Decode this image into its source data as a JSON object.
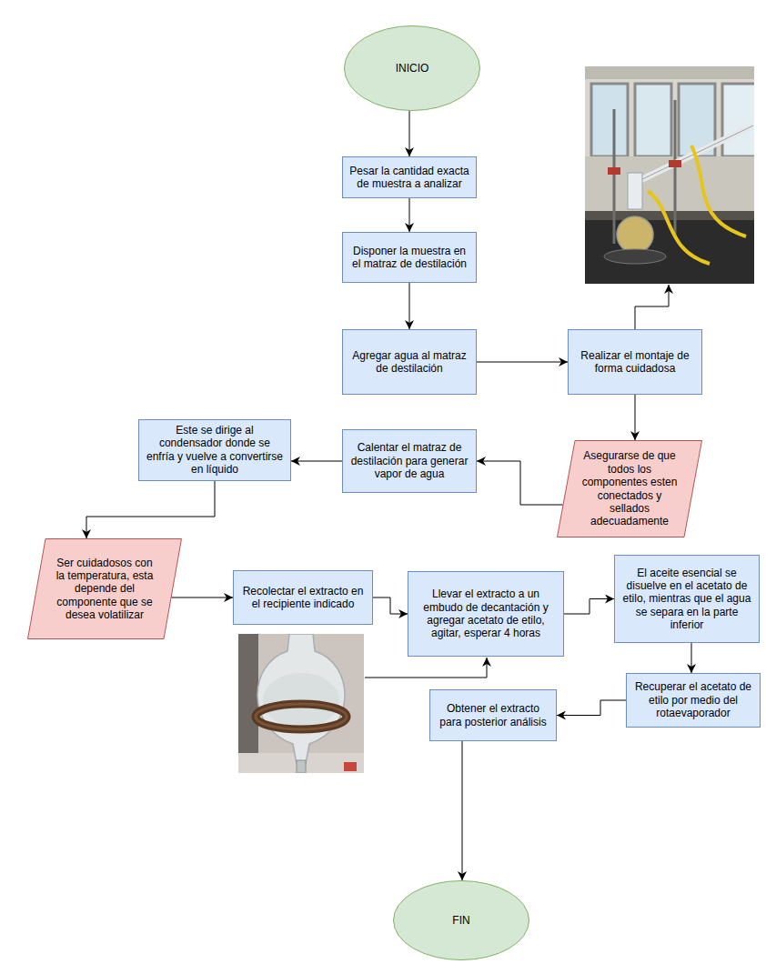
{
  "diagram": {
    "nodes": [
      {
        "text": [
          "INICIO"
        ]
      },
      {
        "text": [
          "Pesar la cantidad exacta de muestra a analizar"
        ]
      },
      {
        "text": [
          "Disponer la muestra en el matraz de destilación"
        ]
      },
      {
        "text": [
          "Agregar agua al matraz de destilación"
        ]
      },
      {
        "text": [
          "Realizar el montaje de forma cuidadosa"
        ]
      },
      {
        "text": [
          "Asegurarse de que todos los componentes esten conectados y sellados adecuadamente"
        ]
      },
      {
        "text": [
          "Calentar el matraz de destilación para generar vapor de agua"
        ]
      },
      {
        "text": [
          "Este se dirige al condensador donde se enfría y vuelve a convertirse en líquido"
        ]
      },
      {
        "text": [
          "Ser cuidadosos con la temperatura, esta depende del componente que se desea volatilizar"
        ]
      },
      {
        "text": [
          "Recolectar el extracto en el recipiente indicado"
        ]
      },
      {
        "text": [
          "Llevar el extracto a un embudo de decantación y agregar acetato de etilo, agitar, esperar 4 horas"
        ]
      },
      {
        "text": [
          "El aceite esencial se disuelve en el acetato de etilo, mientras que el agua se separa en la parte inferior"
        ]
      },
      {
        "text": [
          "Recuperar el acetato de etilo por medio del rotaevaporador"
        ]
      },
      {
        "text": [
          "Obtener el extracto para posterior análisis"
        ]
      },
      {
        "text": [
          "FIN"
        ]
      }
    ],
    "edges": [
      {
        "from": 0,
        "to": 1,
        "arrow": "to"
      },
      {
        "from": 1,
        "to": 2,
        "arrow": "to"
      },
      {
        "from": 2,
        "to": 3,
        "arrow": "to"
      },
      {
        "from": 3,
        "to": 4,
        "arrow": "to"
      },
      {
        "from": 4,
        "to": 5,
        "arrow": "to"
      },
      {
        "from": 5,
        "to": 6,
        "arrow": "to"
      },
      {
        "from": 6,
        "to": 7,
        "arrow": "to"
      },
      {
        "from": 7,
        "to": 8,
        "arrow": "to"
      },
      {
        "from": 8,
        "to": 9,
        "arrow": "to"
      },
      {
        "from": 9,
        "to": 10,
        "arrow": "to"
      },
      {
        "from": 10,
        "to": 11,
        "arrow": "to"
      },
      {
        "from": 11,
        "to": 12,
        "arrow": "to"
      },
      {
        "from": 12,
        "to": 13,
        "arrow": "to"
      },
      {
        "from": 13,
        "to": 14,
        "arrow": "to"
      }
    ]
  }
}
